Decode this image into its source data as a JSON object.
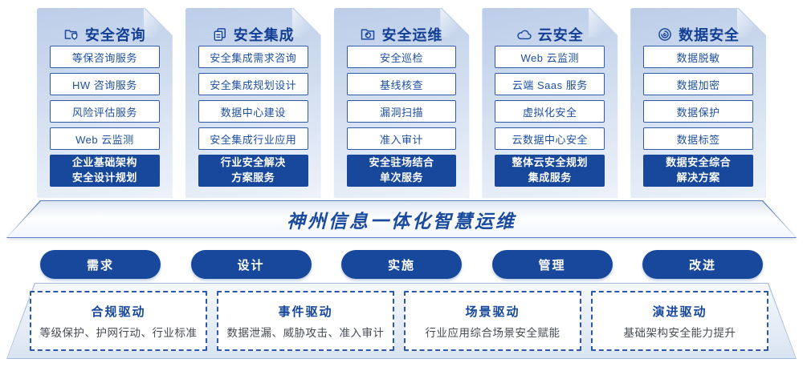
{
  "colors": {
    "primary": "#17489c",
    "title_blue": "#123f94",
    "banner_text": "#1a4b9f"
  },
  "columns": [
    {
      "title": "安全咨询",
      "icon": "folder-shield-icon",
      "items": [
        "等保咨询服务",
        "HW 咨询服务",
        "风险评估服务",
        "Web 云监测"
      ],
      "highlight": [
        "企业基础架构",
        "安全设计规划"
      ]
    },
    {
      "title": "安全集成",
      "icon": "documents-icon",
      "items": [
        "安全集成需求咨询",
        "安全集成规划设计",
        "数据中心建设",
        "安全集成行业应用"
      ],
      "highlight": [
        "行业安全解决",
        "方案服务"
      ]
    },
    {
      "title": "安全运维",
      "icon": "folder-chart-icon",
      "items": [
        "安全巡检",
        "基线核查",
        "漏洞扫描",
        "准入审计"
      ],
      "highlight": [
        "安全驻场结合",
        "单次服务"
      ]
    },
    {
      "title": "云安全",
      "icon": "cloud-icon",
      "items": [
        "Web 云监测",
        "云端 Saas 服务",
        "虚拟化安全",
        "云数据中心安全"
      ],
      "highlight": [
        "整体云安全规划",
        "集成服务"
      ]
    },
    {
      "title": "数据安全",
      "icon": "fingerprint-icon",
      "items": [
        "数据脱敏",
        "数据加密",
        "数据保护",
        "数据标签"
      ],
      "highlight": [
        "数据安全综合",
        "解决方案"
      ]
    }
  ],
  "platform": {
    "title": "神州信息一体化智慧运维"
  },
  "process_steps": [
    "需求",
    "设计",
    "实施",
    "管理",
    "改进"
  ],
  "drivers": [
    {
      "title": "合规驱动",
      "desc": "等级保护、护网行动、行业标准"
    },
    {
      "title": "事件驱动",
      "desc": "数据泄漏、威胁攻击、准入审计"
    },
    {
      "title": "场景驱动",
      "desc": "行业应用综合场景安全赋能"
    },
    {
      "title": "演进驱动",
      "desc": "基础架构安全能力提升"
    }
  ]
}
